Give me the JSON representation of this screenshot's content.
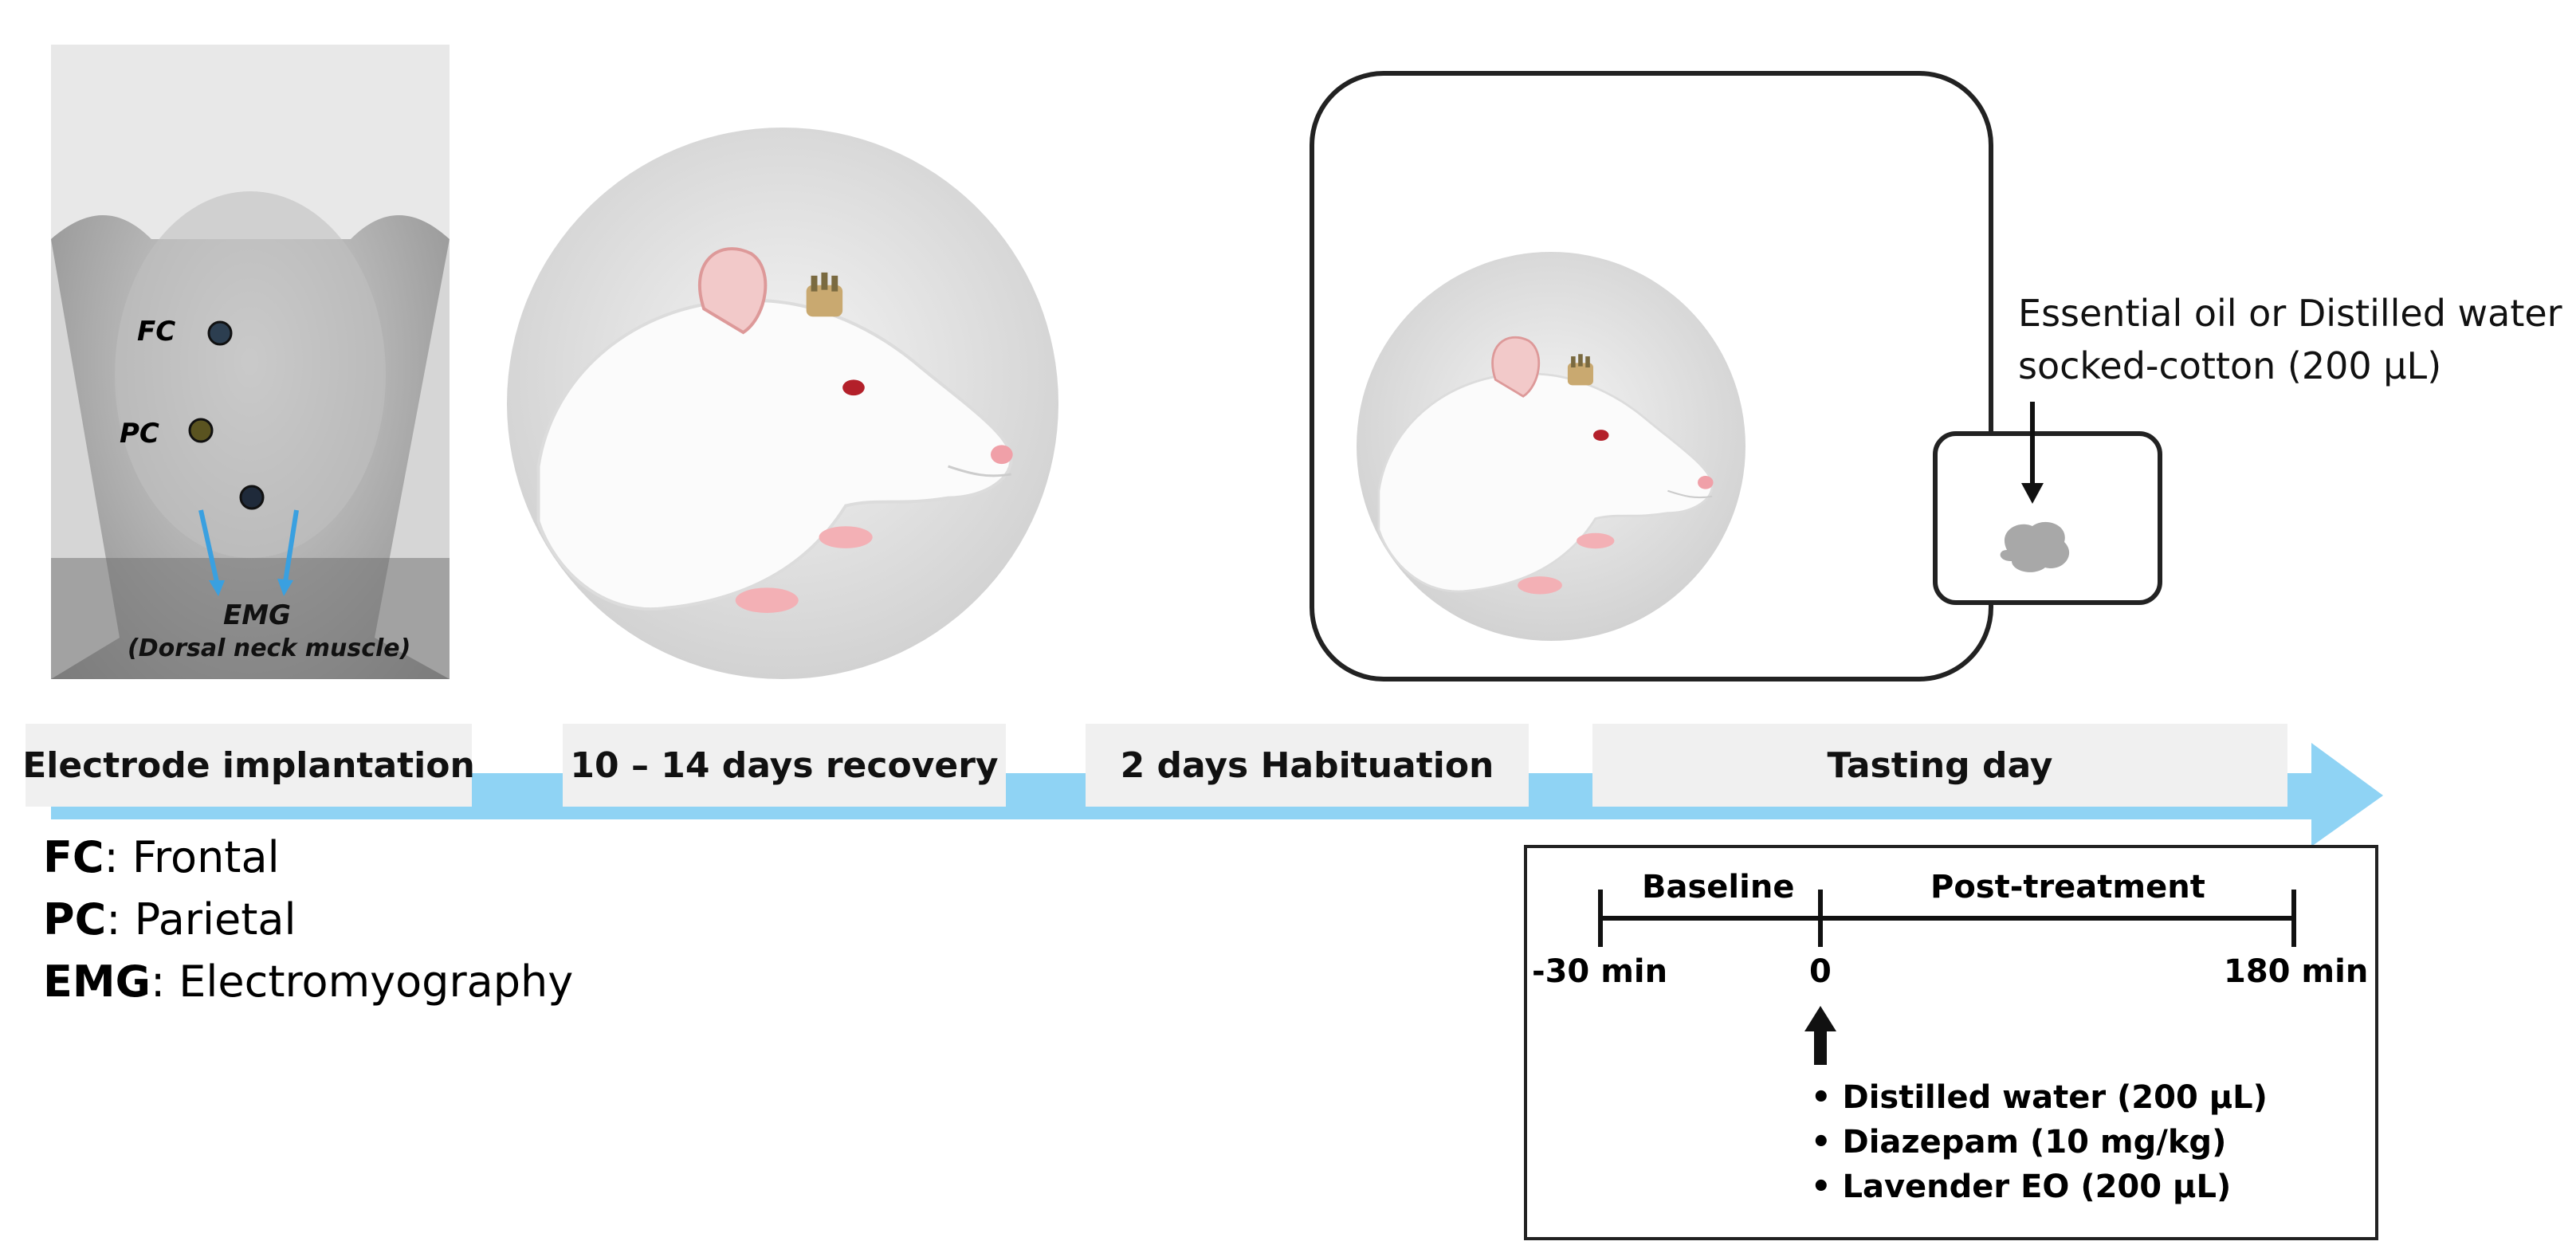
{
  "stages": [
    {
      "label": "Electrode implantation"
    },
    {
      "label": "10 – 14  days recovery"
    },
    {
      "label": "2 days Habituation"
    },
    {
      "label": "Tasting day"
    }
  ],
  "photo_labels": {
    "fc": "FC",
    "pc": "PC",
    "emg": "EMG",
    "emg_sub": "(Dorsal neck muscle)"
  },
  "legend": [
    {
      "abbr": "FC",
      "text": ": Frontal"
    },
    {
      "abbr": "PC",
      "text": ": Parietal"
    },
    {
      "abbr": "EMG",
      "text": ": Electromyography"
    }
  ],
  "cage": {
    "label_line1": "Essential oil or Distilled water",
    "label_line2": "socked-cotton (200 μL)"
  },
  "timeline": {
    "phase_baseline": "Baseline",
    "phase_post": "Post-treatment",
    "tick_start": "-30 min",
    "tick_zero": "0",
    "tick_end": "180 min",
    "treatments": [
      "• Distilled water (200 μL)",
      "• Diazepam (10 mg/kg)",
      "• Lavender EO (200 μL)"
    ]
  },
  "colors": {
    "arrow": "#8fd3f4",
    "stage_bg": "#f0f0f0",
    "emg_arrow": "#3aa0e0"
  }
}
